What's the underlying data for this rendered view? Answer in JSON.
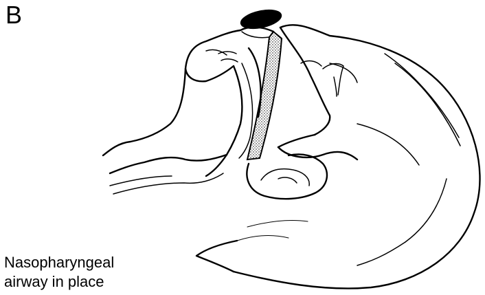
{
  "figure": {
    "panel_letter": "B",
    "caption_line1": "Nasopharyngeal",
    "caption_line2": "airway in place"
  },
  "colors": {
    "background": "#ffffff",
    "ink": "#000000"
  },
  "illustration": {
    "subject": "head-in-profile-with-nasopharyngeal-airway"
  }
}
